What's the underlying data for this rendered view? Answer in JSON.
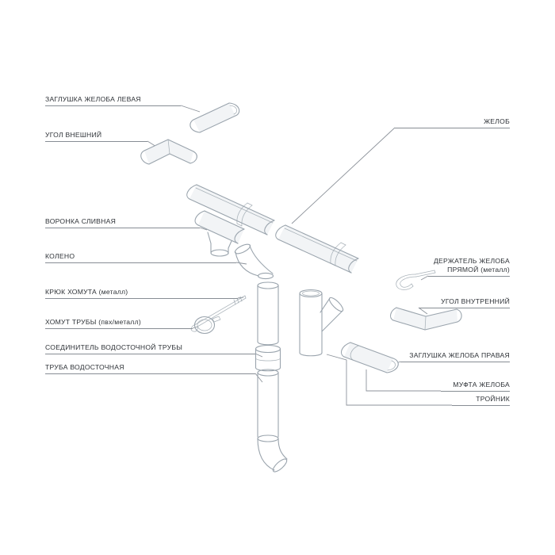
{
  "figure": {
    "colors": {
      "bg": "#ffffff",
      "line": "#9aa4ad",
      "leader": "#8d939b",
      "label": "#2e3237",
      "rule": "#878d94",
      "fillLight": "#f2f4f6"
    },
    "labels_left": [
      {
        "text": "ЗАГЛУШКА ЖЕЛОБА ЛЕВАЯ"
      },
      {
        "text": "УГОЛ ВНЕШНИЙ"
      },
      {
        "text": "ВОРОНКА СЛИВНАЯ"
      },
      {
        "text": "КОЛЕНО"
      },
      {
        "text": "КРЮК ХОМУТА (металл)"
      },
      {
        "text": "ХОМУТ ТРУБЫ (пвх/металл)"
      },
      {
        "text": "СОЕДИНИТЕЛЬ ВОДОСТОЧНОЙ ТРУБЫ"
      },
      {
        "text": "ТРУБА ВОДОСТОЧНАЯ"
      }
    ],
    "labels_right": [
      {
        "text": "ЖЕЛОБ"
      },
      {
        "text": "ДЕРЖАТЕЛЬ ЖЕЛОБА ПРЯМОЙ (металл)"
      },
      {
        "text": "УГОЛ ВНУТРЕННИЙ"
      },
      {
        "text": "ЗАГЛУШКА ЖЕЛОБА ПРАВАЯ"
      },
      {
        "text": "МУФТА ЖЕЛОБА"
      },
      {
        "text": "ТРОЙНИК"
      }
    ]
  }
}
